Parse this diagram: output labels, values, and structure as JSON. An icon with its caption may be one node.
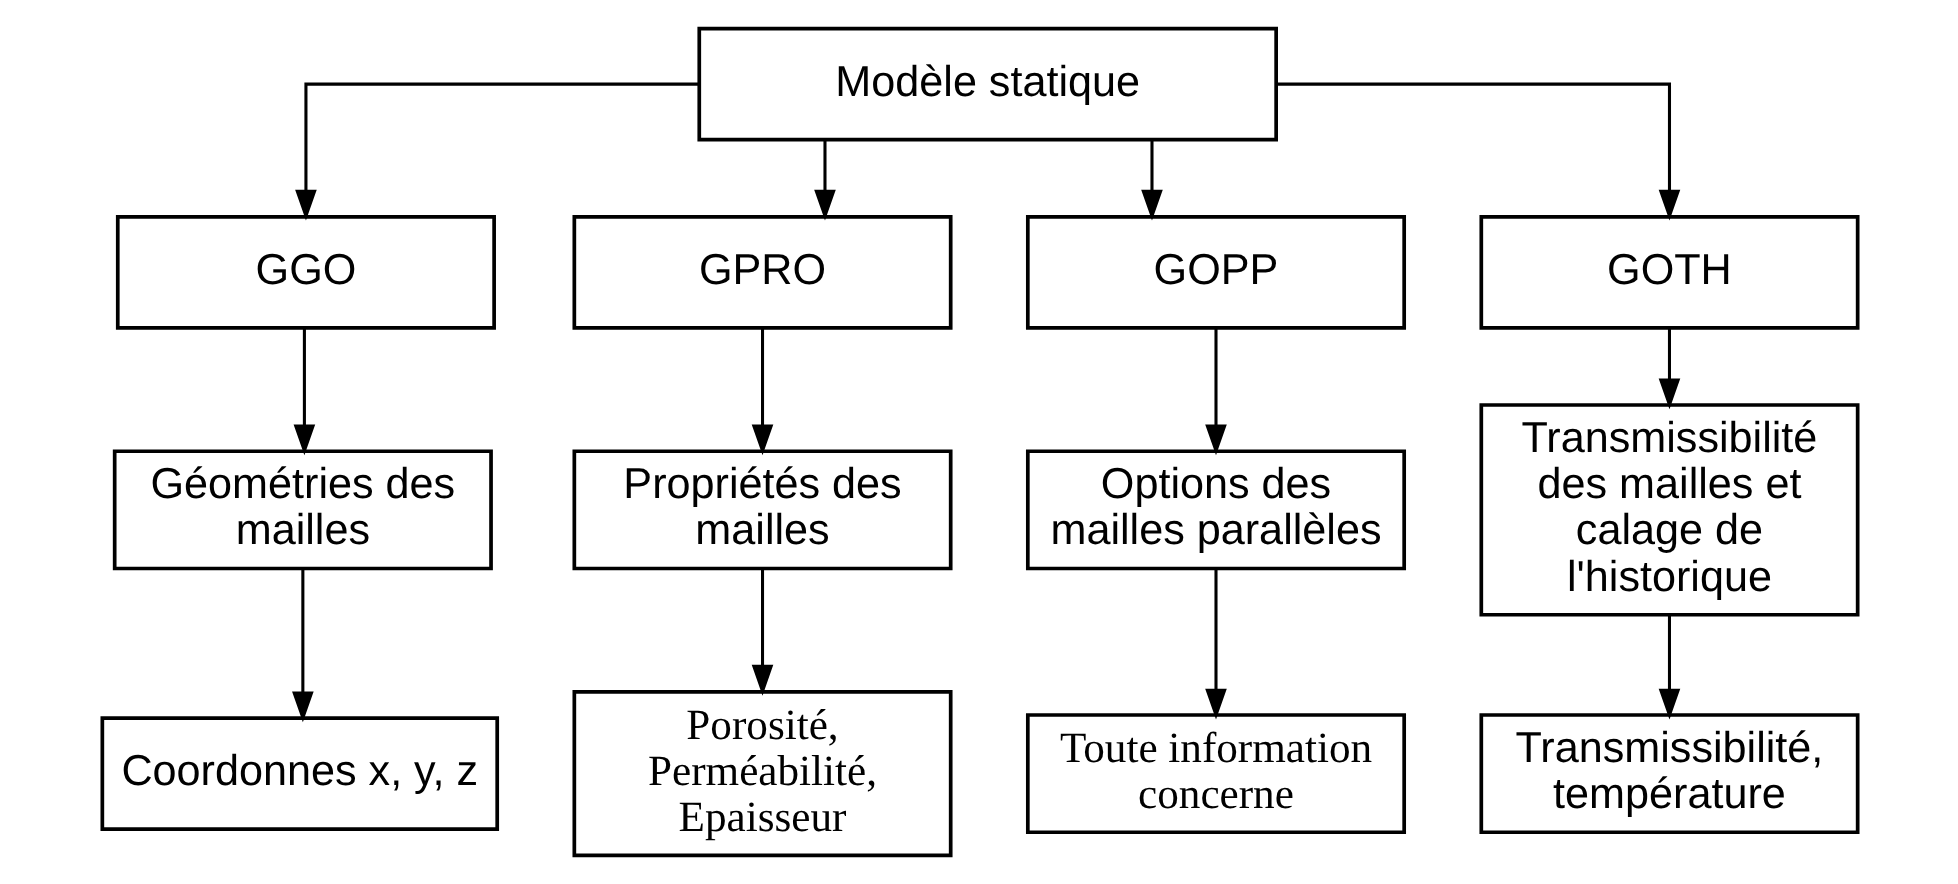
{
  "diagram": {
    "nodes": [
      {
        "text": [
          "Modèle statique"
        ]
      },
      {
        "text": [
          "GGO"
        ]
      },
      {
        "text": [
          "GPRO"
        ]
      },
      {
        "text": [
          "GOPP"
        ]
      },
      {
        "text": [
          "GOTH"
        ]
      },
      {
        "text": [
          "Géométries des mailles"
        ]
      },
      {
        "text": [
          "Propriétés des mailles"
        ]
      },
      {
        "text": [
          "Options des mailles parallèles"
        ]
      },
      {
        "text": [
          "Transmissibilité des mailles et calage de l'historique"
        ]
      },
      {
        "text": [
          "Coordonnes x, y, z"
        ]
      },
      {
        "text": [
          "Porosité, Perméabilité, Epaisseur"
        ]
      },
      {
        "text": [
          "Toute information concerne"
        ]
      },
      {
        "text": [
          "Transmissibilité, température"
        ]
      }
    ],
    "edges": [
      {
        "from": 0,
        "to": 1,
        "arrow": "to"
      },
      {
        "from": 0,
        "to": 2,
        "arrow": "to"
      },
      {
        "from": 0,
        "to": 3,
        "arrow": "to"
      },
      {
        "from": 0,
        "to": 4,
        "arrow": "to"
      },
      {
        "from": 1,
        "to": 5,
        "arrow": "to"
      },
      {
        "from": 2,
        "to": 6,
        "arrow": "to"
      },
      {
        "from": 3,
        "to": 7,
        "arrow": "to"
      },
      {
        "from": 4,
        "to": 8,
        "arrow": "to"
      },
      {
        "from": 5,
        "to": 9,
        "arrow": "to"
      },
      {
        "from": 6,
        "to": 10,
        "arrow": "to"
      },
      {
        "from": 7,
        "to": 11,
        "arrow": "to"
      },
      {
        "from": 8,
        "to": 12,
        "arrow": "to"
      }
    ]
  }
}
